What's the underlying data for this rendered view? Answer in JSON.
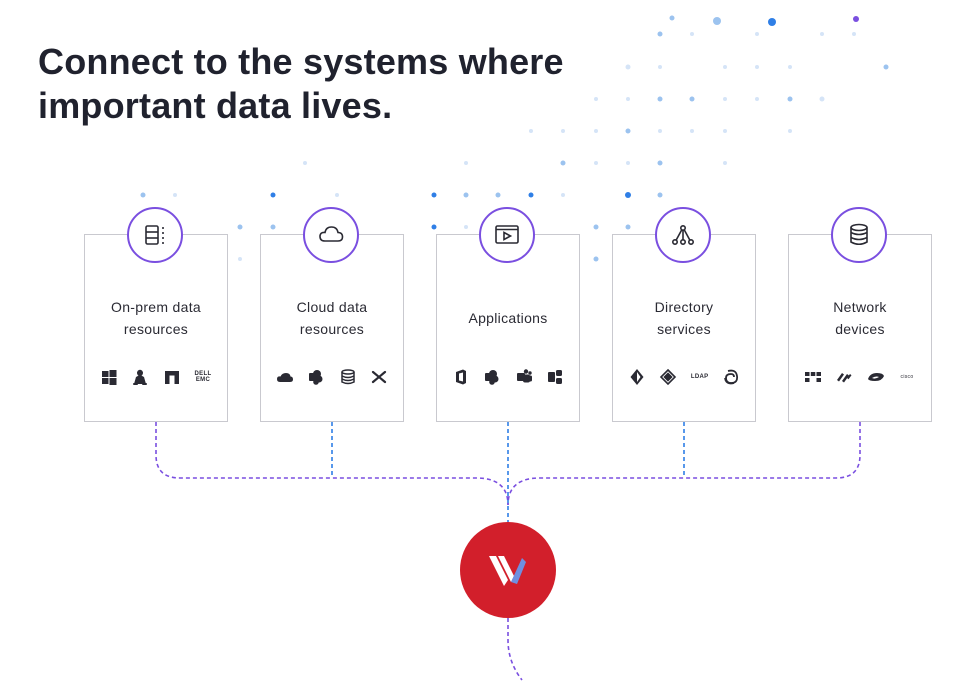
{
  "headline": {
    "line1": "Connect to the systems where",
    "line2": "important data lives."
  },
  "colors": {
    "accent_purple": "#7a4fe0",
    "accent_blue": "#2f7fe6",
    "hub_red": "#d21f2b",
    "dot_light": "#d5e4f7",
    "dot_mid": "#9cc3ef",
    "dot_dark": "#2f7fe6",
    "text_dark": "#20222e"
  },
  "cards": [
    {
      "label": "On-prem data\nresources",
      "icon": "server-list-icon",
      "logos": [
        "windows-logo",
        "linux-penguin-logo",
        "netapp-logo",
        "dell-emc-logo"
      ],
      "logo_text": {
        "dell-emc-logo": "DELL\nEMC"
      }
    },
    {
      "label": "Cloud data\nresources",
      "icon": "cloud-icon",
      "logos": [
        "onedrive-cloud-logo",
        "sharepoint-logo",
        "database-stack-logo",
        "box-x-logo"
      ],
      "logo_text": {}
    },
    {
      "label": "Applications",
      "icon": "play-window-icon",
      "logos": [
        "office-logo",
        "sharepoint-logo",
        "teams-logo",
        "exchange-logo"
      ],
      "logo_text": {}
    },
    {
      "label": "Directory\nservices",
      "icon": "network-tree-icon",
      "logos": [
        "azure-ad-logo",
        "okta-diamond-logo",
        "ldap-logo",
        "loop-logo"
      ],
      "logo_text": {
        "ldap-logo": "LDAP"
      }
    },
    {
      "label": "Network\ndevices",
      "icon": "database-icon",
      "logos": [
        "fortinet-logo",
        "paloalto-logo",
        "cisco-meraki-logo",
        "cisco-logo"
      ],
      "logo_text": {
        "cisco-logo": "cisco"
      }
    }
  ],
  "hub": {
    "logo": "varonis-v-logo"
  }
}
